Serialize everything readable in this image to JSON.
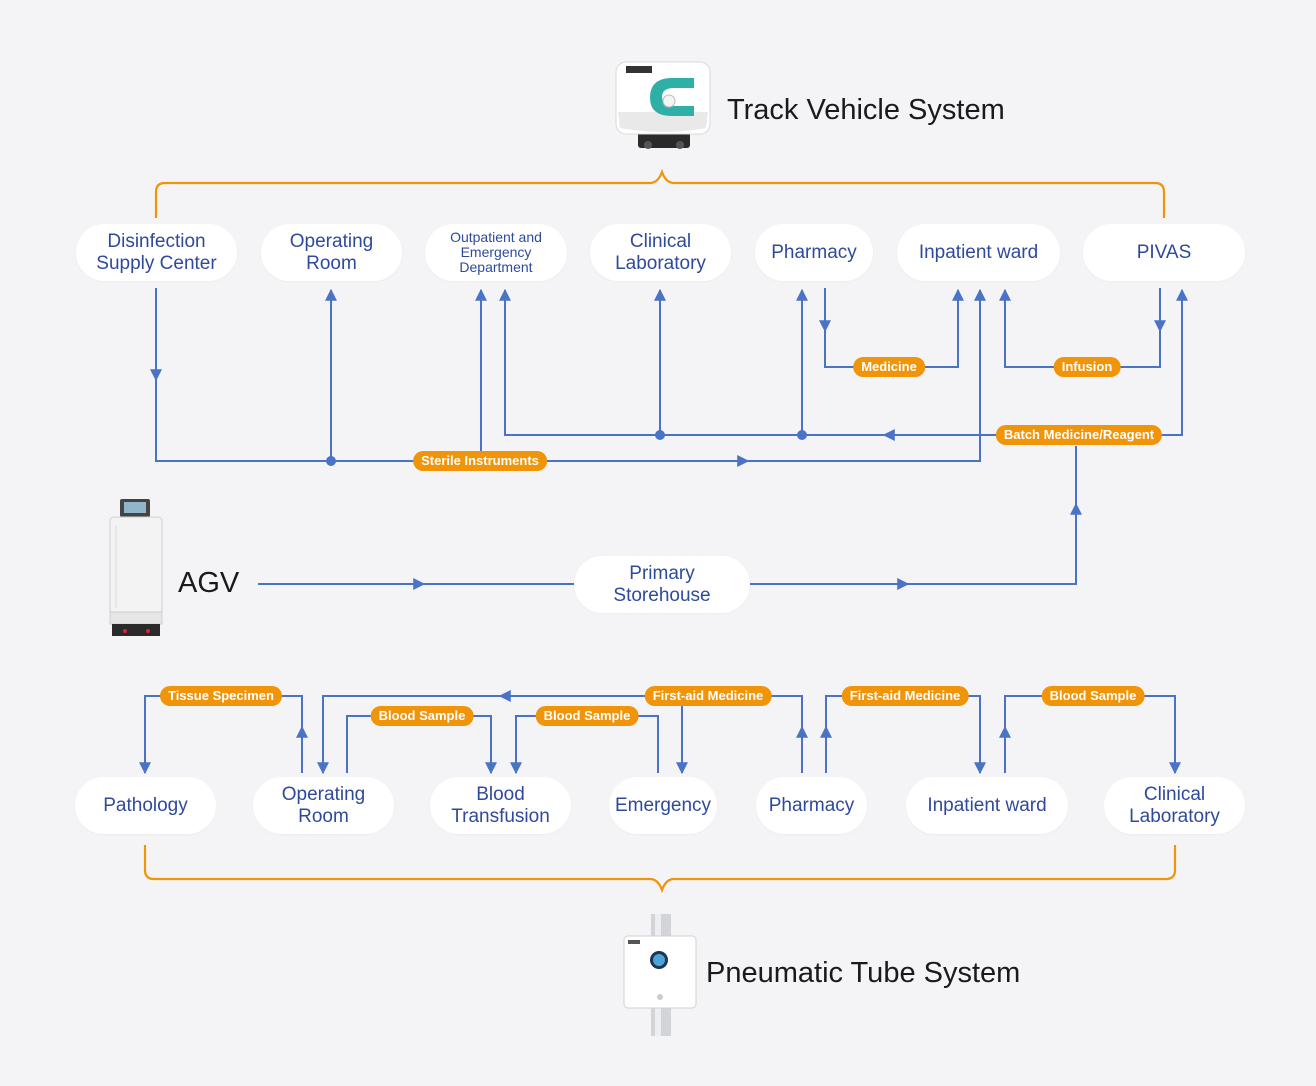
{
  "track_system": {
    "title": "Track Vehicle System",
    "device_icon": "track-vehicle-icon",
    "nodes": {
      "disinfection": "Disinfection\nSupply Center",
      "operating": "Operating\nRoom",
      "outpatient": "Outpatient and\nEmergency\nDepartment",
      "clinical_lab": "Clinical\nLaboratory",
      "pharmacy": "Pharmacy",
      "inpatient": "Inpatient ward",
      "pivas": "PIVAS"
    },
    "tags": {
      "medicine": "Medicine",
      "infusion": "Infusion",
      "batch": "Batch Medicine/Reagent",
      "sterile": "Sterile Instruments"
    }
  },
  "agv": {
    "title": "AGV",
    "device_icon": "agv-robot-icon",
    "primary_storehouse": "Primary\nStorehouse"
  },
  "pneumatic_system": {
    "title": "Pneumatic Tube System",
    "device_icon": "pneumatic-tube-station-icon",
    "nodes": {
      "pathology": "Pathology",
      "operating": "Operating\nRoom",
      "blood_transfusion": "Blood\nTransfusion",
      "emergency": "Emergency",
      "pharmacy": "Pharmacy",
      "inpatient": "Inpatient ward",
      "clinical_lab": "Clinical\nLaboratory"
    },
    "tags": {
      "tissue": "Tissue Specimen",
      "blood_sample_1": "Blood Sample",
      "blood_sample_2": "Blood Sample",
      "first_aid_1": "First-aid Medicine",
      "first_aid_2": "First-aid Medicine",
      "blood_sample_3": "Blood Sample"
    }
  },
  "colors": {
    "line_blue": "#4a73c6",
    "bracket_orange": "#f0940a",
    "node_text": "#2f4a9b",
    "background": "#f4f4f6"
  }
}
